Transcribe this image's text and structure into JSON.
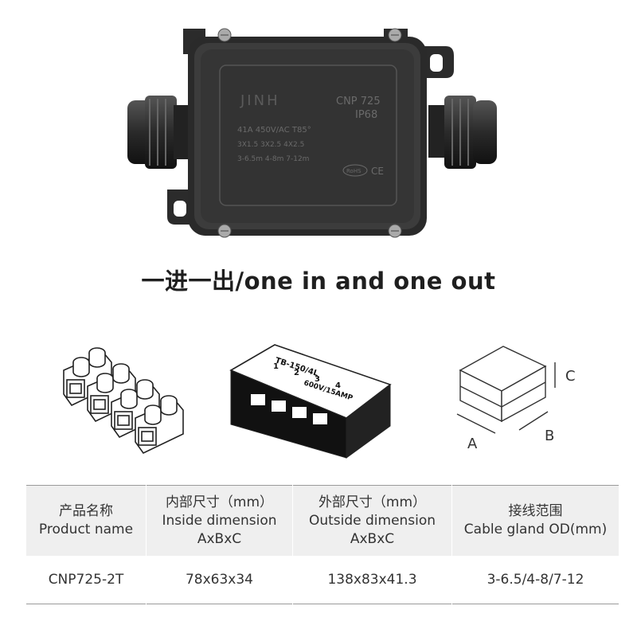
{
  "product": {
    "brand": "JINH",
    "model": "CNP 725",
    "ip_rating": "IP68",
    "rating": "41A 450V/AC  T85°",
    "wire_sizes": "3X1.5  3X2.5  4X2.5",
    "cable_ranges": "3-6.5m 4-8m 7-12m",
    "rohs": "RoHS",
    "ce": "CE"
  },
  "subtitle": "一进一出/one in and one out",
  "connector_block": {
    "label_top": "TB-150/4L",
    "numbers": [
      "1",
      "2",
      "3",
      "4"
    ],
    "label_bottom": "600V/15AMP"
  },
  "dimension_labels": {
    "a": "A",
    "b": "B",
    "c": "C"
  },
  "table": {
    "headers": [
      {
        "line1": "产品名称",
        "line2": "Product name",
        "line3": ""
      },
      {
        "line1": "内部尺寸（mm）",
        "line2": "Inside dimension",
        "line3": "AxBxC"
      },
      {
        "line1": "外部尺寸（mm）",
        "line2": "Outside dimension",
        "line3": "AxBxC"
      },
      {
        "line1": "接线范围",
        "line2": "Cable gland OD(mm)",
        "line3": ""
      }
    ],
    "row": {
      "name": "CNP725-2T",
      "inside": "78x63x34",
      "outside": "138x83x41.3",
      "cable_od": "3-6.5/4-8/7-12"
    }
  },
  "colors": {
    "housing": "#2e2e2e",
    "lid": "#3a3a3a",
    "text_dark": "#1f1f1f",
    "table_header_bg": "#efefef"
  }
}
